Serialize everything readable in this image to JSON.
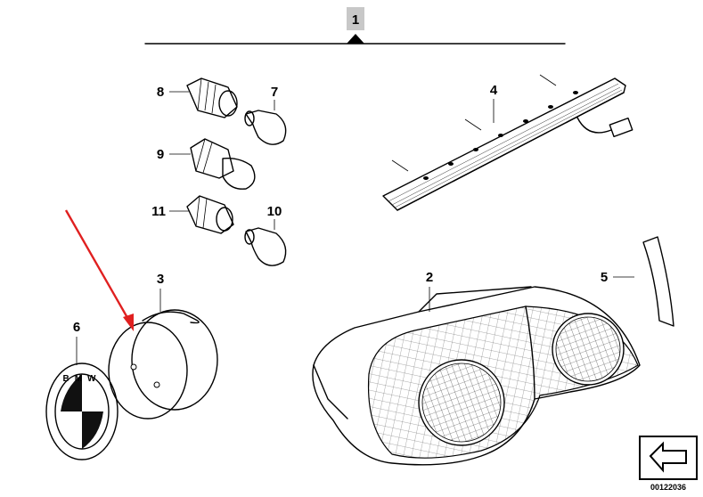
{
  "diagram": {
    "callouts": {
      "c1": "1",
      "c2": "2",
      "c3": "3",
      "c4": "4",
      "c5": "5",
      "c6": "6",
      "c7": "7",
      "c8": "8",
      "c9": "9",
      "c10": "10",
      "c11": "11"
    },
    "emblem_lettering": "BMW",
    "reference_number": "00122036",
    "colors": {
      "line": "#000000",
      "arrow": "#e02020",
      "callout_box": "#c8c8c8",
      "background": "#ffffff"
    },
    "icons": [
      "arrow-icon"
    ]
  }
}
